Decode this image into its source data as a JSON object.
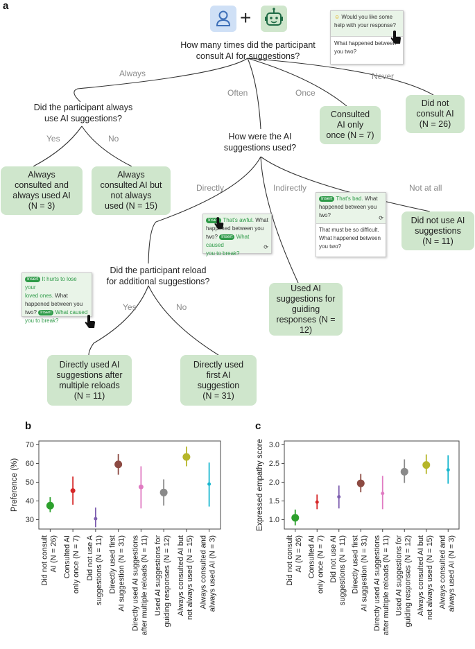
{
  "panels": {
    "a": "a",
    "b": "b",
    "c": "c"
  },
  "tree": {
    "plus": "+",
    "root_question": [
      "How many times did the participant",
      "consult AI for suggestions?"
    ],
    "edges": {
      "always": "Always",
      "often": "Often",
      "once": "Once",
      "never": "Never",
      "yes1": "Yes",
      "no1": "No",
      "directly": "Directly",
      "indirectly": "Indirectly",
      "not_at_all": "Not at all",
      "yes2": "Yes",
      "no2": "No"
    },
    "q_always": [
      "Did the participant always",
      "use AI suggestions?"
    ],
    "q_used": [
      "How were the AI",
      "suggestions used?"
    ],
    "q_reload": [
      "Did the participant reload",
      "for additional suggestions?"
    ],
    "nodes": {
      "consulted_once": [
        "Consulted",
        "AI only",
        "once (N = 7)"
      ],
      "not_consult": [
        "Did not",
        "consult AI",
        "(N = 26)"
      ],
      "always_used": [
        "Always",
        "consulted and",
        "always used AI",
        "(N = 3)"
      ],
      "not_always": [
        "Always",
        "consulted AI but",
        "not always",
        "used  (N = 15)"
      ],
      "not_use": [
        "Did not use AI",
        "suggestions",
        "(N = 11)"
      ],
      "guiding": [
        "Used AI",
        "suggestions for",
        "guiding",
        "responses (N = 12)"
      ],
      "multi_reload": [
        "Directly used AI",
        "suggestions after",
        "multiple reloads",
        "(N = 11)"
      ],
      "first": [
        "Directly used",
        "first AI",
        "suggestion",
        "(N = 31)"
      ]
    },
    "cards": {
      "help": {
        "line1": "Would you like some",
        "line2": "help with your response?",
        "body1": "What happened between",
        "body2": "you two?"
      },
      "awful": {
        "pill1": "Insert",
        "t1": "That's awful.",
        "t2": "What",
        "t3": "happened between you",
        "t4": "two?",
        "pill2": "Insert",
        "t5": "What caused",
        "t6": "you to break?"
      },
      "bad": {
        "pill1": "Insert",
        "t1": "That's bad.",
        "t2": "What",
        "t3": "happened between you",
        "t4": "two?",
        "b1": "That must be so difficult.",
        "b2": "What happened between",
        "b3": "you two?"
      },
      "hurts": {
        "pill1": "Insert",
        "t1": "It hurts to lose your",
        "t2": "loved ones.",
        "t3": "What",
        "t4": "happened between you",
        "t5": "two?",
        "pill2": "Insert",
        "t6": "What caused",
        "t7": "you to break?"
      }
    }
  },
  "chart_data": [
    {
      "type": "scatter",
      "panel": "b",
      "ylabel": "Preference (%)",
      "ylim": [
        25,
        72
      ],
      "yticks": [
        30,
        40,
        50,
        60,
        70
      ],
      "categories": [
        [
          "Did not consult",
          "AI (N = 26)"
        ],
        [
          "Consulted AI",
          "only once (N = 7)"
        ],
        [
          "Did not use A",
          "suggestions (N = 11)"
        ],
        [
          "Directly used first",
          "AI suggestion (N = 31)"
        ],
        [
          "Directly used AI suggestions",
          "after multiple reloads (N = 11)"
        ],
        [
          "Used AI suggestions for",
          "guiding responses (N = 12)"
        ],
        [
          "Always consulted AI but",
          "not always used (N = 15)"
        ],
        [
          "Always consulted and",
          "always used AI (N = 3)"
        ]
      ],
      "values": [
        37.5,
        45.5,
        30.5,
        59.5,
        47.5,
        44.5,
        63.5,
        49
      ],
      "lower": [
        34,
        38,
        26,
        54,
        36,
        37.5,
        58.5,
        37
      ],
      "upper": [
        42,
        53,
        36.5,
        65,
        58.5,
        51.5,
        69,
        60.5
      ],
      "marker_size": [
        "large",
        "medium",
        "small",
        "large",
        "medium",
        "large",
        "large",
        "small"
      ],
      "colors": [
        "#2ca02c",
        "#d62728",
        "#7e5fb0",
        "#8c4a42",
        "#e07bc2",
        "#8a8a8a",
        "#b6b629",
        "#19b7cf"
      ]
    },
    {
      "type": "scatter",
      "panel": "c",
      "ylabel": "Expressed empathy score",
      "ylim": [
        0.75,
        3.1
      ],
      "yticks": [
        "1.0",
        "1.5",
        "2.0",
        "2.5",
        "3.0"
      ],
      "categories": [
        [
          "Did not consult",
          "AI (N = 26)"
        ],
        [
          "Consulted AI",
          "only once (N = 7)"
        ],
        [
          "Did not use AI",
          "suggestions (N = 11)"
        ],
        [
          "Directly used first",
          "AI suggestion (N = 31)"
        ],
        [
          "Directly used AI suggestions",
          "after multiple reloads (N = 11)"
        ],
        [
          "Used AI suggestions for",
          "guiding responses (N = 12)"
        ],
        [
          "Always consulted AI but",
          "not always used (N = 15)"
        ],
        [
          "Always consulted and",
          "always used AI (N = 3)"
        ]
      ],
      "values": [
        1.05,
        1.47,
        1.61,
        1.97,
        1.7,
        2.28,
        2.46,
        2.33
      ],
      "lower": [
        0.85,
        1.28,
        1.3,
        1.73,
        1.28,
        1.98,
        2.22,
        1.96
      ],
      "upper": [
        1.27,
        1.67,
        1.91,
        2.22,
        2.17,
        2.61,
        2.74,
        2.72
      ],
      "marker_size": [
        "large",
        "small",
        "small",
        "large",
        "small",
        "large",
        "large",
        "small"
      ],
      "colors": [
        "#2ca02c",
        "#d62728",
        "#7e5fb0",
        "#8c4a42",
        "#e07bc2",
        "#8a8a8a",
        "#b6b629",
        "#19b7cf"
      ]
    }
  ]
}
